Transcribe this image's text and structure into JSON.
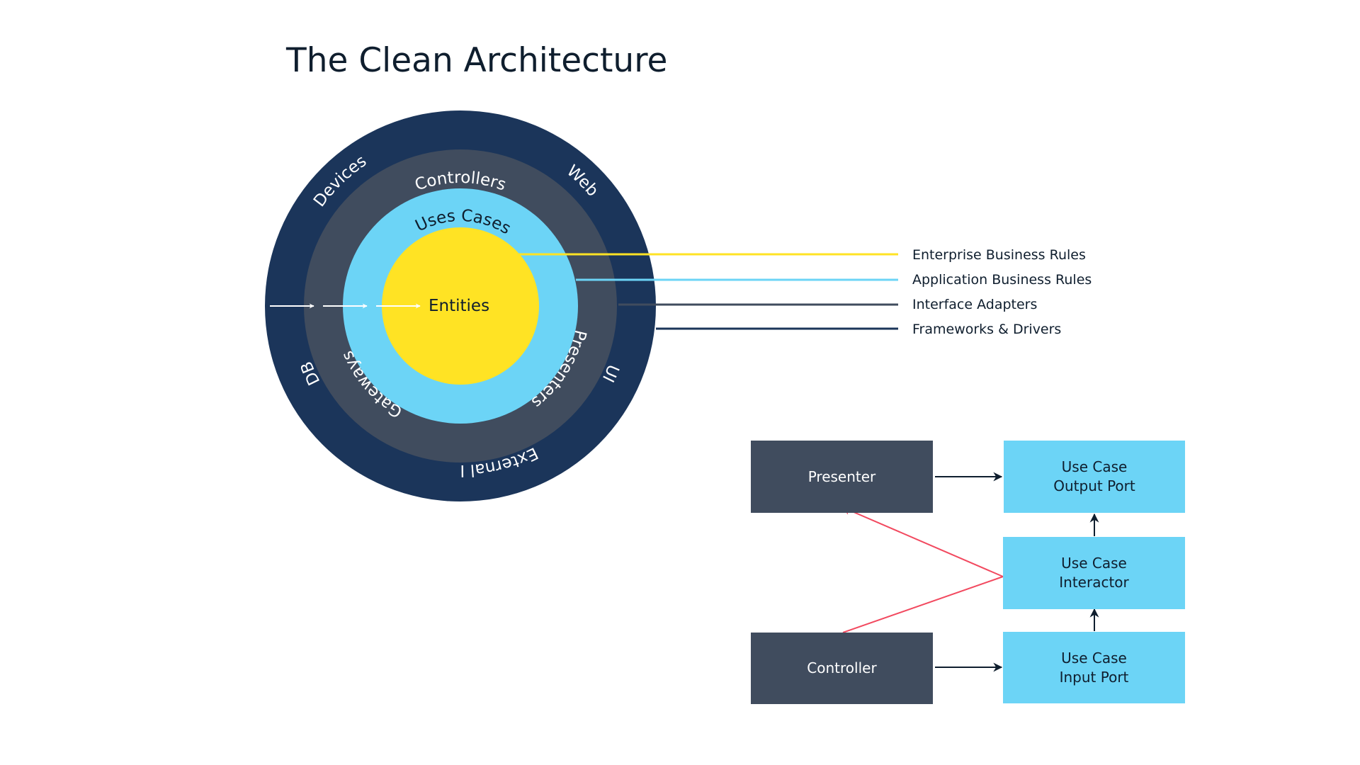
{
  "title": "The Clean Architecture",
  "colors": {
    "frameworks_ring": "#1b355a",
    "adapters_ring": "#404c5e",
    "application_ring": "#6cd4f6",
    "entities_core": "#ffe324",
    "text_dark": "#0f1e2e",
    "text_light": "#ffffff",
    "flow_arrow": "#0f1e2e",
    "dependency_arrow": "#f2495f"
  },
  "onion": {
    "core_label": "Entities",
    "rings": {
      "application": [
        "Uses Cases"
      ],
      "adapters": [
        "Controllers",
        "Gateways",
        "Presenters"
      ],
      "frameworks": [
        "Devices",
        "Web",
        "DB",
        "UI",
        "External Interfaces"
      ]
    }
  },
  "legend": [
    {
      "label": "Enterprise Business Rules",
      "color": "#ffe324"
    },
    {
      "label": "Application Business Rules",
      "color": "#6cd4f6"
    },
    {
      "label": "Interface Adapters",
      "color": "#404c5e"
    },
    {
      "label": "Frameworks & Drivers",
      "color": "#1b355a"
    }
  ],
  "flow": {
    "presenter": [
      "Presenter"
    ],
    "controller": [
      "Controller"
    ],
    "output_port": [
      "Use Case",
      "Output Port"
    ],
    "interactor": [
      "Use Case",
      "Interactor"
    ],
    "input_port": [
      "Use Case",
      "Input Port"
    ]
  }
}
